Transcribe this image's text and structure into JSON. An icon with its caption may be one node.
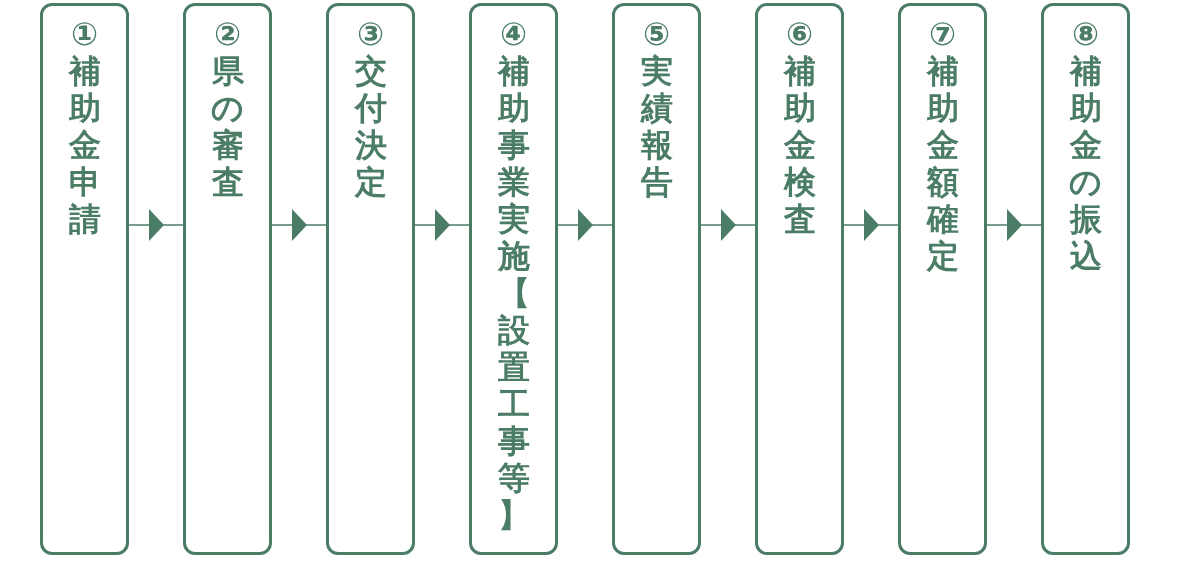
{
  "diagram": {
    "nodes": [
      {
        "text": [
          "①補助金申請"
        ]
      },
      {
        "text": [
          "②県の審査"
        ]
      },
      {
        "text": [
          "③交付決定"
        ]
      },
      {
        "text": [
          "④補助事業実施【設置工事等】"
        ]
      },
      {
        "text": [
          "⑤実績報告"
        ]
      },
      {
        "text": [
          "⑥補助金検査"
        ]
      },
      {
        "text": [
          "⑦補助金額確定"
        ]
      },
      {
        "text": [
          "⑧補助金の振込"
        ]
      }
    ],
    "edges": [
      {
        "from": 0,
        "to": 1,
        "arrow": "to"
      },
      {
        "from": 1,
        "to": 2,
        "arrow": "to"
      },
      {
        "from": 2,
        "to": 3,
        "arrow": "to"
      },
      {
        "from": 3,
        "to": 4,
        "arrow": "to"
      },
      {
        "from": 4,
        "to": 5,
        "arrow": "to"
      },
      {
        "from": 5,
        "to": 6,
        "arrow": "to"
      },
      {
        "from": 6,
        "to": 7,
        "arrow": "to"
      }
    ]
  }
}
